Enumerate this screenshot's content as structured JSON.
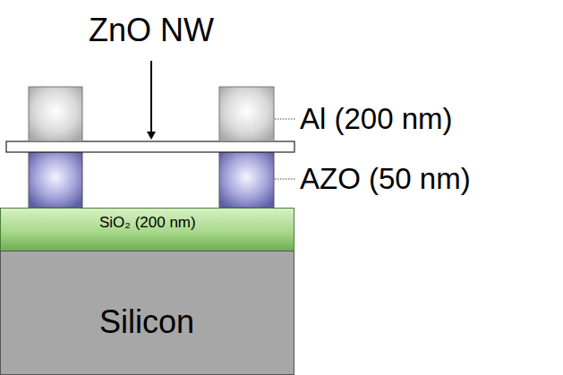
{
  "diagram": {
    "nodes": [
      {
        "text": [
          "SiO₂ (200 nm)"
        ]
      },
      {
        "text": [
          "Silicon"
        ]
      }
    ],
    "labels": [
      "ZnO NW",
      "Al (200 nm)",
      "AZO (50 nm)"
    ]
  }
}
